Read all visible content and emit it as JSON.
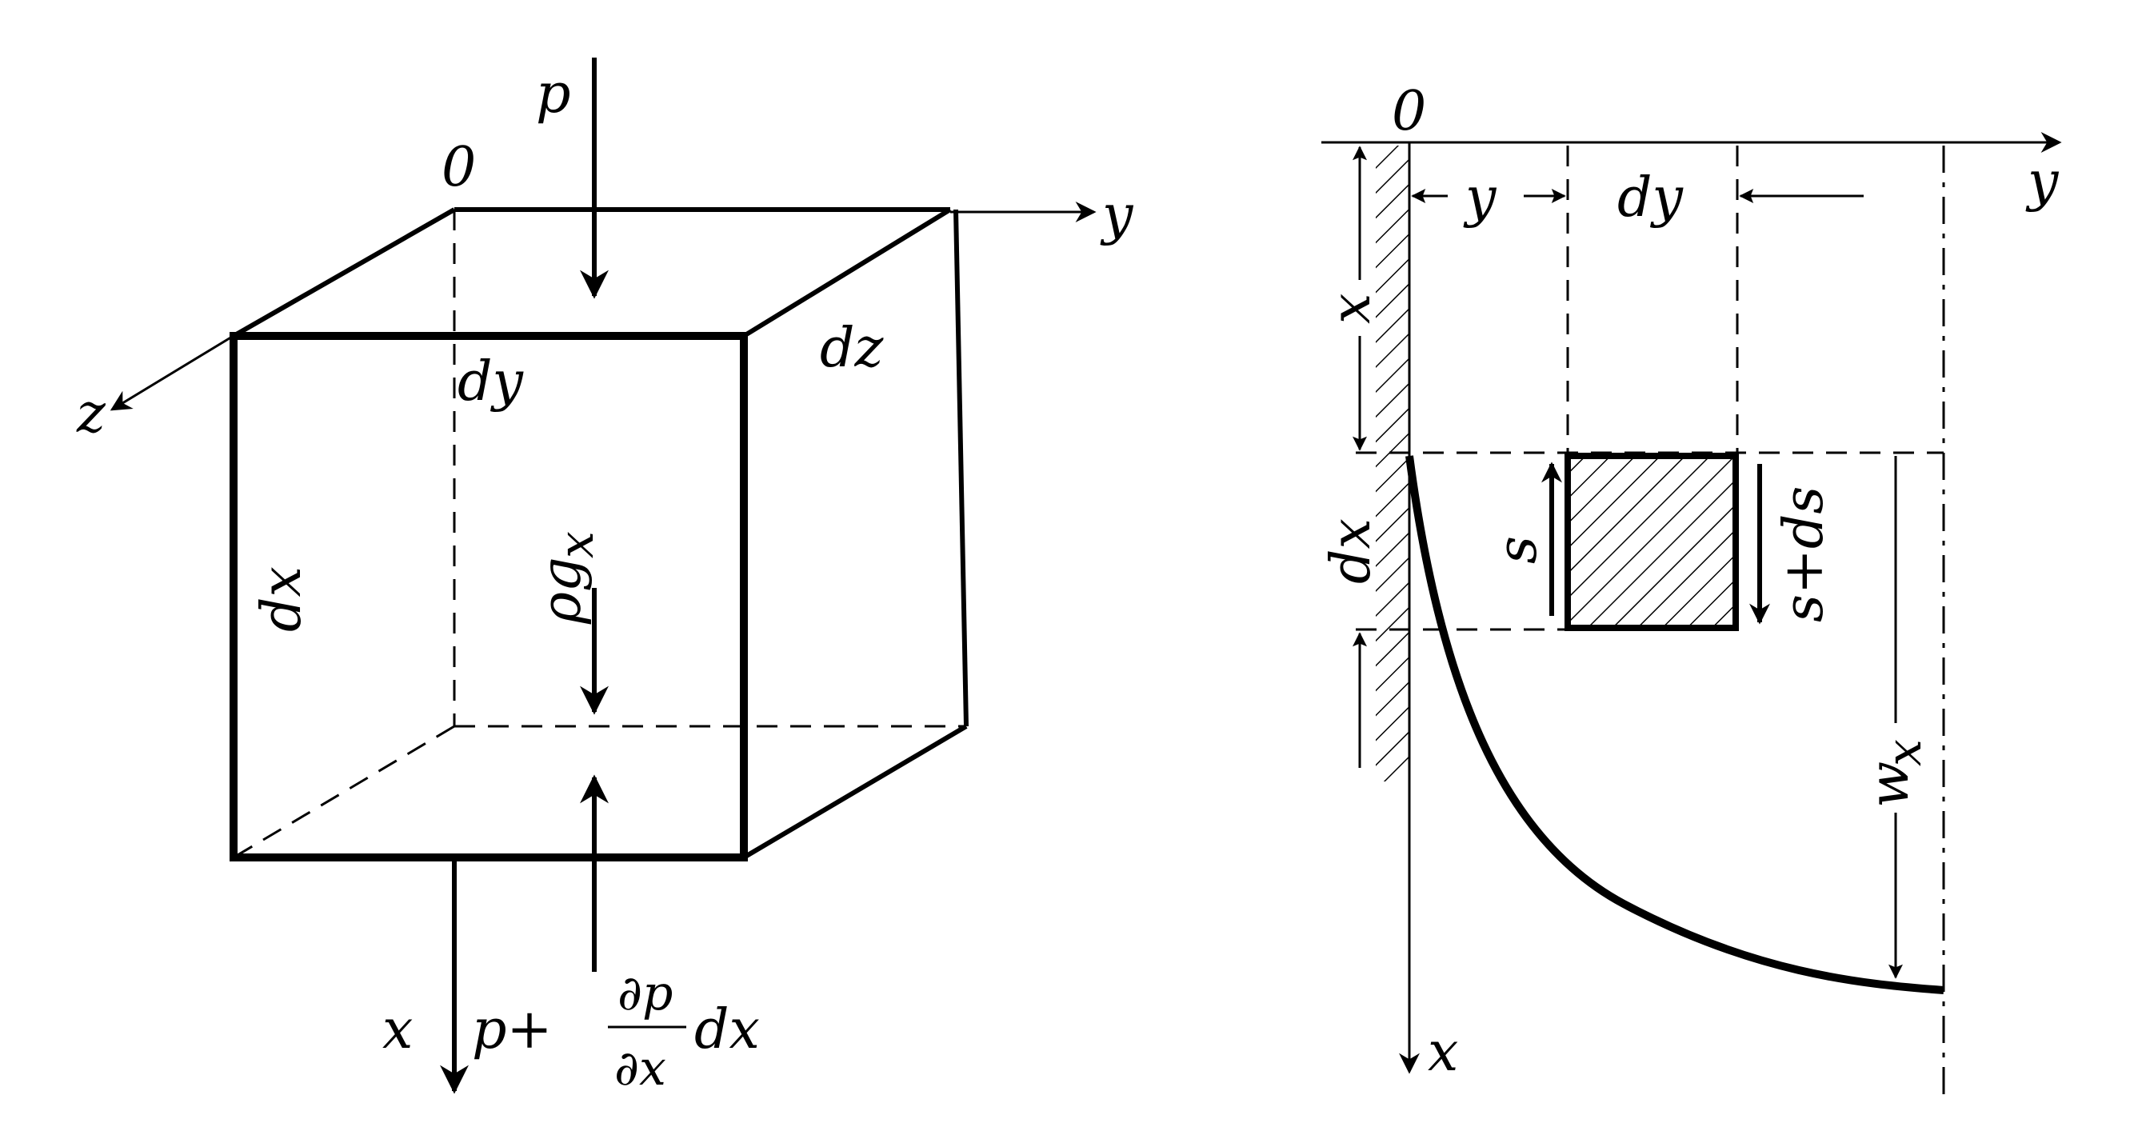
{
  "left_figure": {
    "origin_label": "0",
    "axis_x_label": "x",
    "axis_y_label": "y",
    "axis_z_label": "z",
    "pressure_top_label": "p",
    "edge_dy_label": "dy",
    "edge_dz_label": "dz",
    "edge_dx_label": "dx",
    "body_force_label": "ρg",
    "body_force_subscript": "x",
    "pressure_bottom_prefix": "p+",
    "pressure_bottom_numerator": "∂p",
    "pressure_bottom_denominator": "∂x",
    "pressure_bottom_suffix": "dx"
  },
  "right_figure": {
    "origin_label": "0",
    "axis_y_label": "y",
    "axis_x_label": "x",
    "dim_y_label": "y",
    "dim_dy_label": "dy",
    "dim_x_label": "x",
    "dim_dx_label": "dx",
    "stress_left_label": "s",
    "stress_right_label": "s+ds",
    "velocity_label": "w",
    "velocity_subscript": "x"
  }
}
